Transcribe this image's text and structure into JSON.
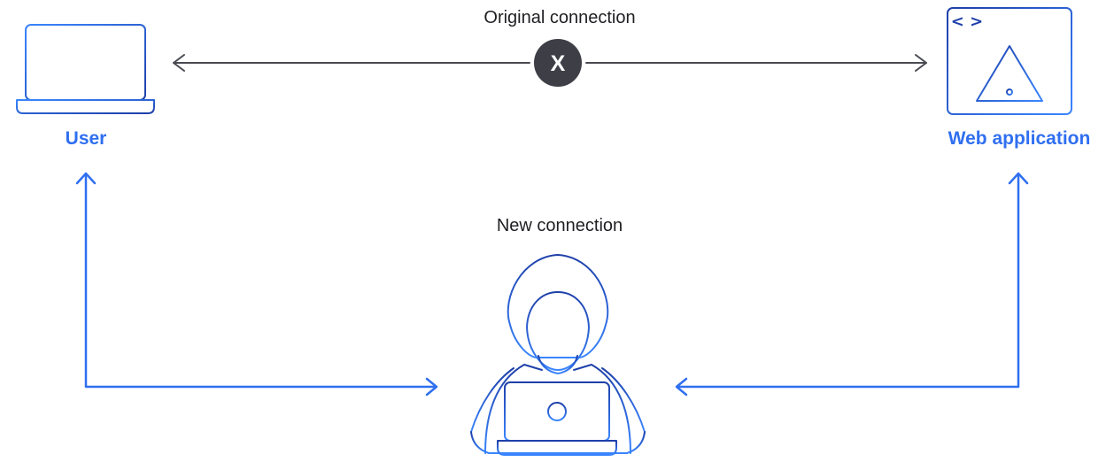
{
  "diagram": {
    "original_connection_label": "Original connection",
    "new_connection_label": "New connection",
    "user_label": "User",
    "web_app_label": "Web application",
    "broken_marker": "X",
    "web_app_code_symbol": "< >",
    "icons": {
      "user": "laptop-icon",
      "web_app": "browser-warning-icon",
      "attacker": "hooded-hacker-icon"
    }
  },
  "colors": {
    "accent_blue": "#2f6ff0",
    "dark_gray": "#4a4a52",
    "marker_fill": "#3e3e46"
  }
}
